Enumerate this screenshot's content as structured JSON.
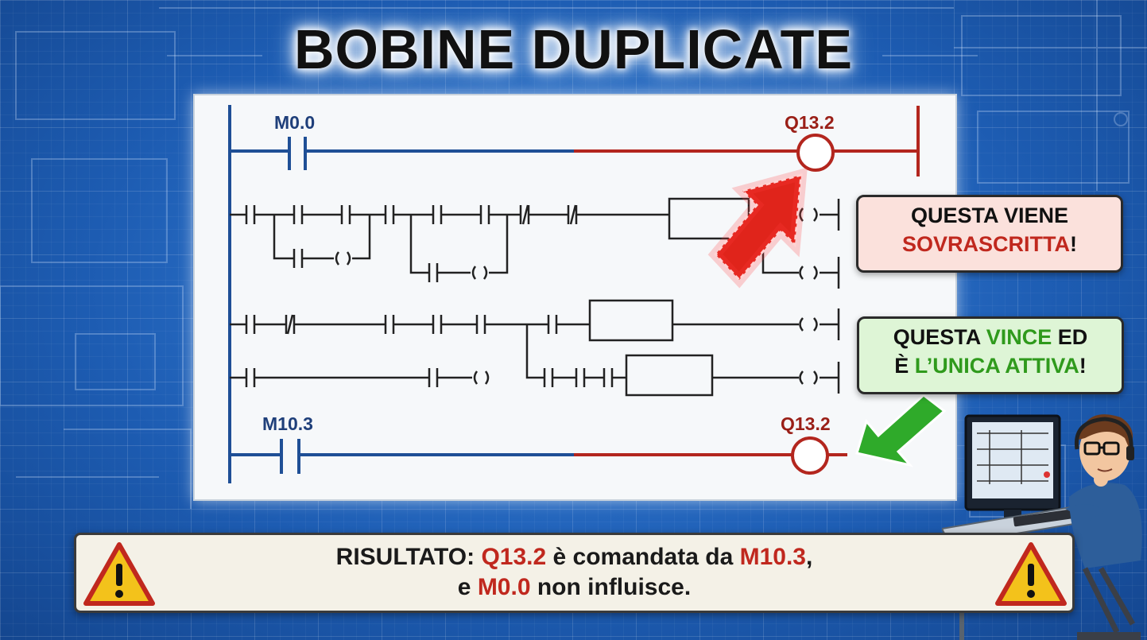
{
  "title": "BOBINE DUPLICATE",
  "diagram": {
    "top_rung": {
      "contact_label": "M0.0",
      "coil_label": "Q13.2"
    },
    "bottom_rung": {
      "contact_label": "M10.3",
      "coil_label": "Q13.2"
    }
  },
  "callout_overwritten": {
    "line1": "QUESTA VIENE",
    "line2_highlight": "SOVRASCRITTA",
    "line2_end": "!"
  },
  "callout_wins": {
    "line1_a": "QUESTA ",
    "line1_highlight": "VINCE",
    "line1_b": " ED",
    "line2_a": "È ",
    "line2_highlight": "L’UNICA ATTIVA",
    "line2_end": "!"
  },
  "result": {
    "line1_a": "RISULTATO: ",
    "line1_q": "Q13.2",
    "line1_b": " è comandata da ",
    "line1_m": "M10.3",
    "line1_end": ",",
    "line2_a": "e ",
    "line2_m": "M0.0",
    "line2_b": " non influisce."
  },
  "colors": {
    "blueprint_bg": "#1f5fb4",
    "wire_blue": "#1f4f96",
    "wire_red": "#b3261e",
    "arrow_red": "#e0241b",
    "arrow_green": "#2faa2a",
    "warning_yellow": "#f3c21b"
  },
  "icons": [
    "warning-icon",
    "red-arrow-icon",
    "green-arrow-icon",
    "engineer-at-computer-illustration"
  ]
}
